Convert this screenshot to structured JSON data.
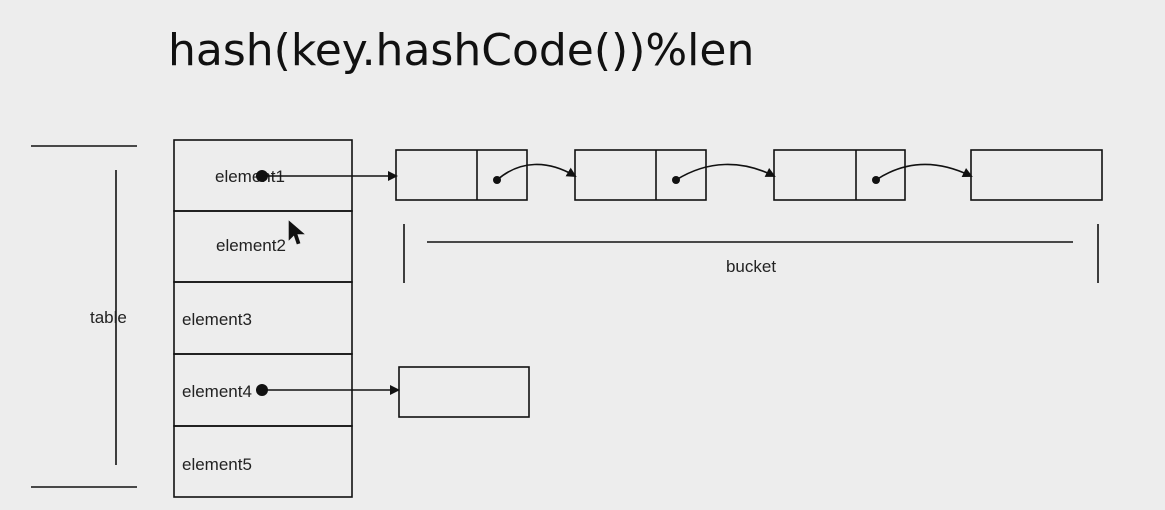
{
  "title": "hash(key.hashCode())%len",
  "table": {
    "label": "table",
    "rows": [
      {
        "label": "element1"
      },
      {
        "label": "element2"
      },
      {
        "label": "element3"
      },
      {
        "label": "element4"
      },
      {
        "label": "element5"
      }
    ]
  },
  "bucket": {
    "label": "bucket",
    "node_count": 4
  },
  "second_chain": {
    "node_count": 1
  }
}
